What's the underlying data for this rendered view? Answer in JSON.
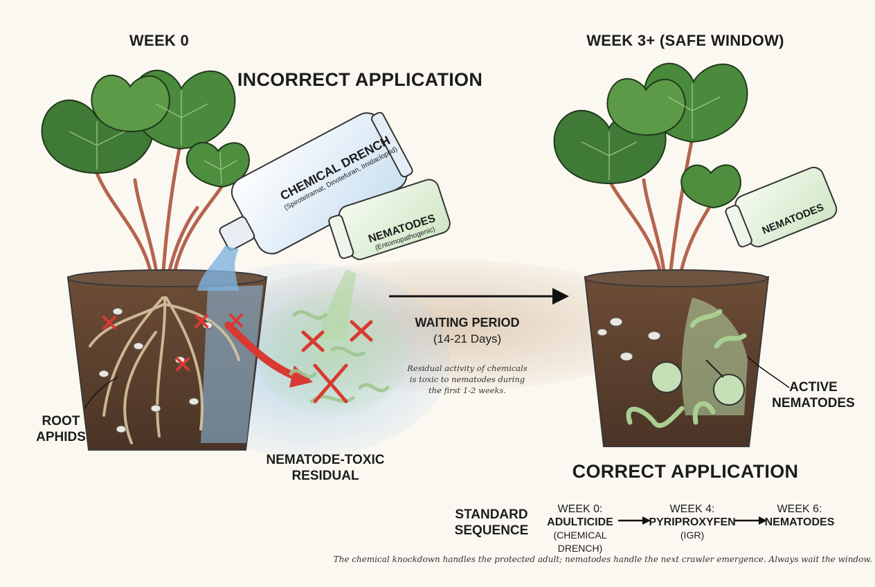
{
  "left": {
    "week_label": "WEEK 0",
    "title": "INCORRECT APPLICATION",
    "chemical_bottle": {
      "name": "CHEMICAL DRENCH",
      "ingredients": "(Spirotetramat, Dinotefuran, Imidacloprid)"
    },
    "nematode_bottle": {
      "name": "NEMATODES",
      "type": "(Entomopathogenic)"
    },
    "pest_label": [
      "ROOT",
      "APHIDS"
    ],
    "residual_label": [
      "NEMATODE-TOXIC",
      "RESIDUAL"
    ]
  },
  "middle": {
    "waiting_title": "WAITING PERIOD",
    "waiting_days": "(14-21 Days)",
    "note": [
      "Residual activity of chemicals",
      "is toxic to nematodes during",
      "the first 1-2 weeks."
    ]
  },
  "right": {
    "week_label": "WEEK 3+ (SAFE WINDOW)",
    "title": "CORRECT APPLICATION",
    "nematode_bottle": "NEMATODES",
    "active_label": [
      "ACTIVE",
      "NEMATODES"
    ]
  },
  "sequence": {
    "title": [
      "STANDARD",
      "SEQUENCE"
    ],
    "steps": [
      {
        "week": "WEEK 0:",
        "name": "ADULTICIDE",
        "detail": "(CHEMICAL DRENCH)"
      },
      {
        "week": "WEEK 4:",
        "name": "PYRIPROXYFEN",
        "detail": "(IGR)"
      },
      {
        "week": "WEEK 6:",
        "name": "NEMATODES",
        "detail": ""
      }
    ]
  },
  "footer_note": "The chemical knockdown handles the protected adult; nematodes handle the next crawler emergence. Always wait the window.",
  "colors": {
    "leaf": "#3f7a36",
    "leaf_light": "#8fbf6a",
    "soil": "#5b4030",
    "water": "#7fb3df",
    "warning_red": "#d83a33",
    "nematode_green": "#a9cf92",
    "background": "#fbf8f1"
  }
}
